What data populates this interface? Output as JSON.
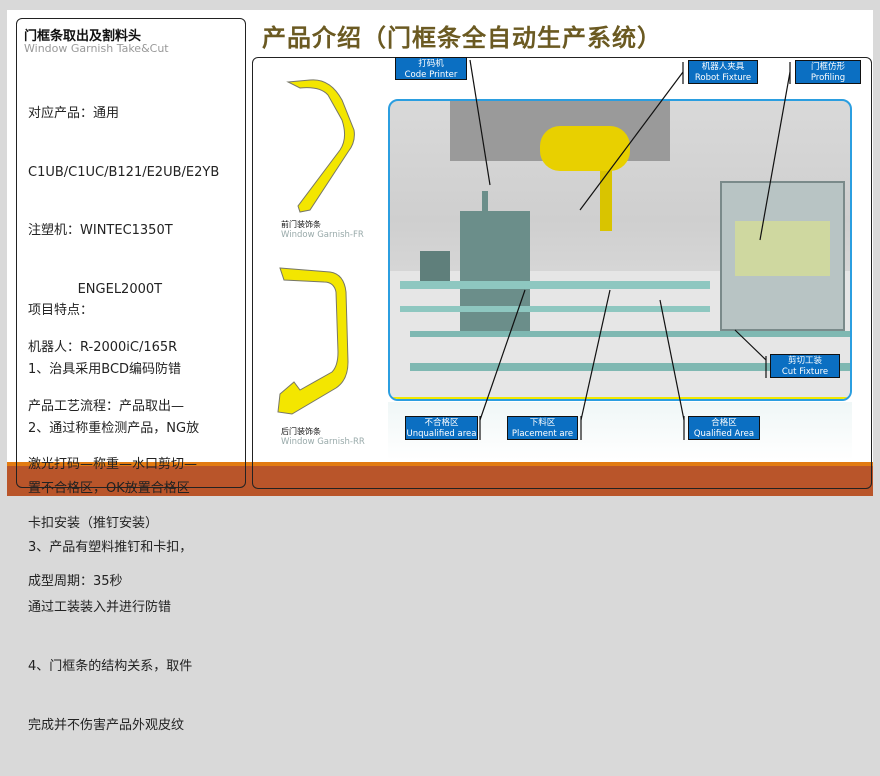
{
  "left_panel": {
    "title": "门框条取出及割料头",
    "subtitle": "Window Garnish Take&Cut",
    "specs": [
      "对应产品：通用",
      "C1UB/C1UC/B121/E2UB/E2YB",
      "注塑机：WINTEC1350T",
      "            ENGEL2000T",
      "机器人：R-2000iC/165R",
      "产品工艺流程：产品取出—",
      "激光打码—称重—水口剪切—",
      "卡扣安装（推钉安装）",
      "成型周期：35秒"
    ],
    "features": [
      "项目特点：",
      "1、治具采用BCD编码防错",
      "2、通过称重检测产品，NG放",
      "置不合格区，OK放置合格区",
      "3、产品有塑料推钉和卡扣，",
      "通过工装装入并进行防错",
      "4、门框条的结构关系，取件",
      "完成并不伤害产品外观皮纹"
    ]
  },
  "main": {
    "title": "产品介绍（门框条全自动生产系统）",
    "parts": [
      {
        "cn": "前门装饰条",
        "en": "Window Garnish-FR"
      },
      {
        "cn": "后门装饰条",
        "en": "Window Garnish-RR"
      }
    ],
    "callouts": [
      {
        "cn": "打码机",
        "en": "Code Printer"
      },
      {
        "cn": "机器人夹具",
        "en": "Robot Fixture"
      },
      {
        "cn": "门框仿形",
        "en": "Profiling"
      },
      {
        "cn": "剪切工装",
        "en": "Cut Fixture"
      },
      {
        "cn": "不合格区",
        "en": "Unqualified area"
      },
      {
        "cn": "下料区",
        "en": "Placement are"
      },
      {
        "cn": "合格区",
        "en": "Qualified Area"
      }
    ]
  },
  "colors": {
    "accent": "#0b6fc2",
    "band": "#b9552a",
    "title": "#6b5a22"
  }
}
